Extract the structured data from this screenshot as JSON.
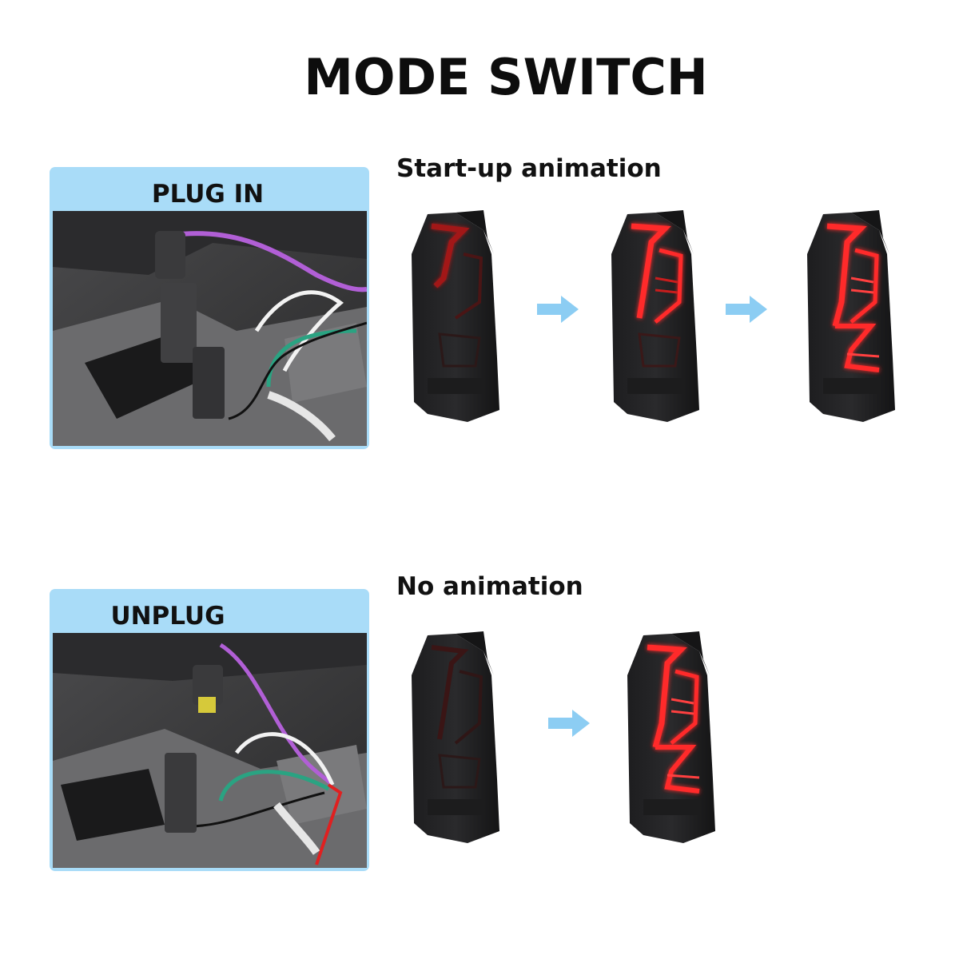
{
  "page": {
    "title": "MODE SWITCH"
  },
  "plug_in": {
    "label": "PLUG IN",
    "heading": "Start-up animation"
  },
  "unplug": {
    "label": "UNPLUG",
    "heading": "No animation"
  },
  "colors": {
    "panel": "#a9dcf8",
    "arrow": "#8ccdf3",
    "wire_purple": "#b15fd6",
    "wire_green": "#2aa382",
    "lamp_red": "#ff2a2a"
  },
  "icons": {
    "arrow": "arrow-right-icon"
  }
}
